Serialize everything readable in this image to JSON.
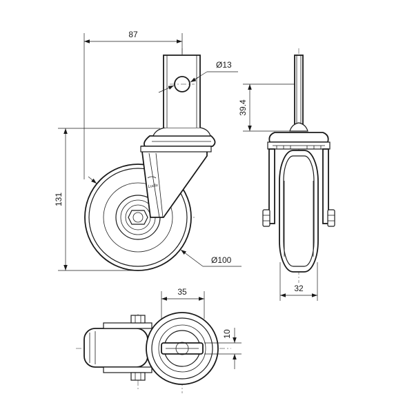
{
  "dimensions": {
    "stem_offset": "87",
    "bolt_hole_diameter": "Ø13",
    "stem_height": "39.4",
    "total_height": "131",
    "wheel_diameter": "Ø100",
    "wheel_width": "32",
    "bottom_offset": "35",
    "slot_width": "10"
  },
  "brand_mark": "Ludix"
}
